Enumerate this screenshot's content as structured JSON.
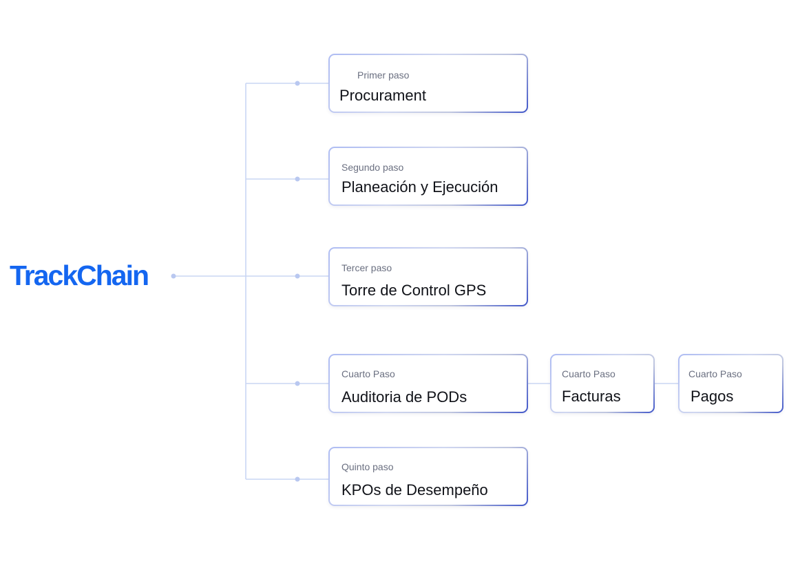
{
  "logo": {
    "text": "TrackChain"
  },
  "colors": {
    "brand": "#1466f0",
    "connector": "#c9d5f3",
    "connector_dot": "#b9c8f0",
    "box_border_light": "#cfd6f0",
    "box_border_dark": "#3f55c9",
    "step_text": "#6a6f80",
    "title_text": "#101218"
  },
  "steps": [
    {
      "step": "Primer paso",
      "title": "Procurament"
    },
    {
      "step": "Segundo paso",
      "title": "Planeación y Ejecución"
    },
    {
      "step": "Tercer paso",
      "title": "Torre de Control GPS"
    },
    {
      "step": "Cuarto Paso",
      "title": "Auditoria de PODs"
    },
    {
      "step": "Quinto paso",
      "title": "KPOs de Desempeño"
    }
  ],
  "sub_steps": [
    {
      "step": "Cuarto Paso",
      "title": "Facturas"
    },
    {
      "step": "Cuarto Paso",
      "title": "Pagos"
    }
  ]
}
